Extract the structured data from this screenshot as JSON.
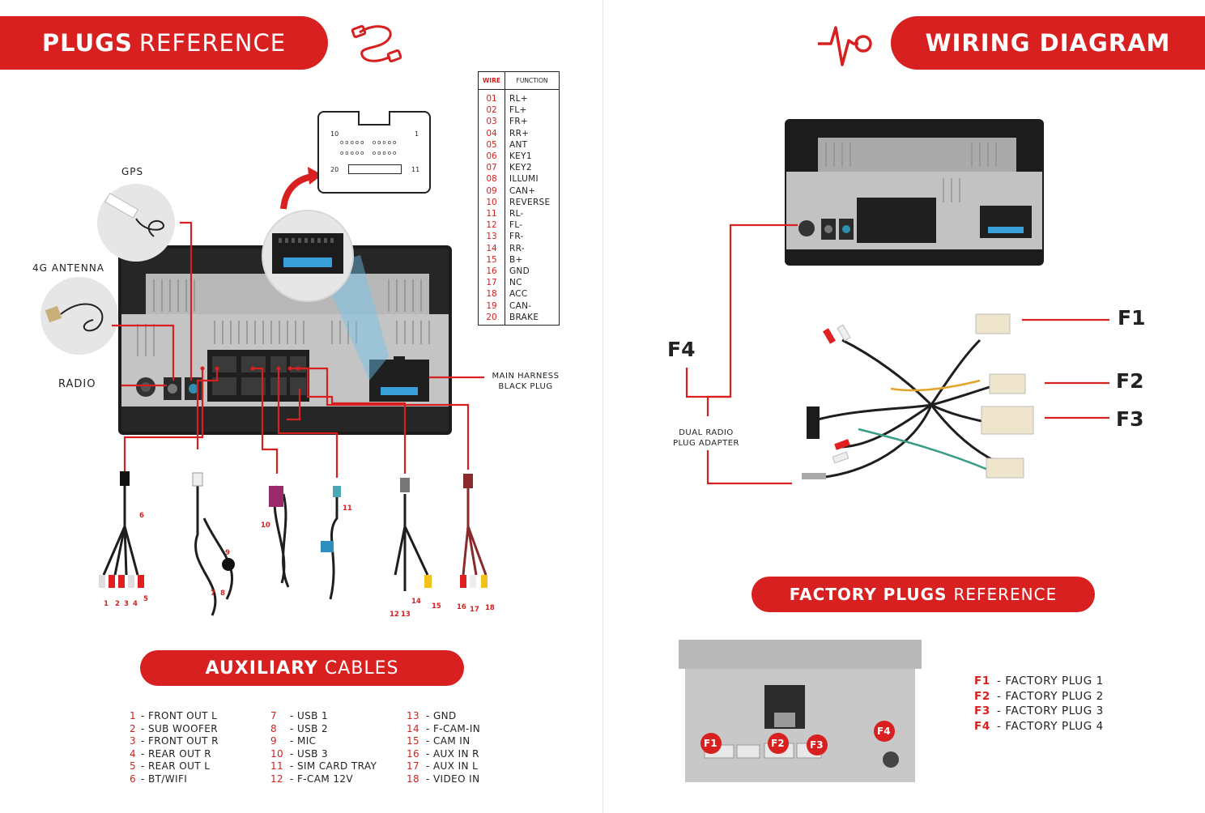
{
  "left_banner": {
    "bold": "PLUGS",
    "thin": "REFERENCE"
  },
  "right_banner": {
    "bold": "WIRING DIAGRAM"
  },
  "factory_banner": {
    "bold": "FACTORY PLUGS",
    "thin": "REFERENCE"
  },
  "aux_banner": {
    "bold": "AUXILIARY",
    "thin": "CABLES"
  },
  "labels": {
    "gps": "GPS",
    "antenna_4g": "4G ANTENNA",
    "radio": "RADIO",
    "main_harness_1": "MAIN HARNESS",
    "main_harness_2": "BLACK PLUG",
    "dual_radio_1": "DUAL RADIO",
    "dual_radio_2": "PLUG ADAPTER"
  },
  "connector_pins": {
    "tl": "10",
    "tr": "1",
    "bl": "20",
    "br": "11"
  },
  "wire_table": {
    "header_wire": "WIRE",
    "header_function": "FUNCTION",
    "rows": [
      {
        "n": "01",
        "f": "RL+"
      },
      {
        "n": "02",
        "f": "FL+"
      },
      {
        "n": "03",
        "f": "FR+"
      },
      {
        "n": "04",
        "f": "RR+"
      },
      {
        "n": "05",
        "f": "ANT"
      },
      {
        "n": "06",
        "f": "KEY1"
      },
      {
        "n": "07",
        "f": "KEY2"
      },
      {
        "n": "08",
        "f": "ILLUMI"
      },
      {
        "n": "09",
        "f": "CAN+"
      },
      {
        "n": "10",
        "f": "REVERSE"
      },
      {
        "n": "11",
        "f": "RL-"
      },
      {
        "n": "12",
        "f": "FL-"
      },
      {
        "n": "13",
        "f": "FR-"
      },
      {
        "n": "14",
        "f": "RR-"
      },
      {
        "n": "15",
        "f": "B+"
      },
      {
        "n": "16",
        "f": "GND"
      },
      {
        "n": "17",
        "f": "NC"
      },
      {
        "n": "18",
        "f": "ACC"
      },
      {
        "n": "19",
        "f": "CAN-"
      },
      {
        "n": "20",
        "f": "BRAKE"
      }
    ]
  },
  "cable_numbers": {
    "c1": "1",
    "c2": "2",
    "c3": "3",
    "c4": "4",
    "c5": "5",
    "c6": "6",
    "c7": "7",
    "c8": "8",
    "c9": "9",
    "c10": "10",
    "c11": "11",
    "c12": "12",
    "c13": "13",
    "c14": "14",
    "c15": "15",
    "c16": "16",
    "c17": "17",
    "c18": "18"
  },
  "aux_list": [
    {
      "num": "1",
      "label": "- FRONT OUT L"
    },
    {
      "num": "2",
      "label": "- SUB WOOFER"
    },
    {
      "num": "3",
      "label": "- FRONT OUT R"
    },
    {
      "num": "4",
      "label": "- REAR OUT R"
    },
    {
      "num": "5",
      "label": "- REAR OUT L"
    },
    {
      "num": "6",
      "label": "- BT/WIFI"
    },
    {
      "num": "7",
      "label": "- USB 1"
    },
    {
      "num": "8",
      "label": "- USB 2"
    },
    {
      "num": "9",
      "label": "- MIC"
    },
    {
      "num": "10",
      "label": "- USB 3"
    },
    {
      "num": "11",
      "label": "- SIM CARD TRAY"
    },
    {
      "num": "12",
      "label": "- F-CAM 12V"
    },
    {
      "num": "13",
      "label": "- GND"
    },
    {
      "num": "14",
      "label": "- F-CAM-IN"
    },
    {
      "num": "15",
      "label": "- CAM IN"
    },
    {
      "num": "16",
      "label": "- AUX IN R"
    },
    {
      "num": "17",
      "label": "- AUX IN L"
    },
    {
      "num": "18",
      "label": "- VIDEO IN"
    }
  ],
  "harness_labels": {
    "f1": "F1",
    "f2": "F2",
    "f3": "F3",
    "f4": "F4"
  },
  "factory_list": [
    {
      "code": "F1",
      "label": "- FACTORY PLUG 1"
    },
    {
      "code": "F2",
      "label": "- FACTORY PLUG 2"
    },
    {
      "code": "F3",
      "label": "- FACTORY PLUG 3"
    },
    {
      "code": "F4",
      "label": "- FACTORY PLUG 4"
    }
  ],
  "colors": {
    "accent": "#d7201f",
    "text": "#222222",
    "unit_gray": "#a9a9a9",
    "carbon": "#1c1c1c"
  }
}
